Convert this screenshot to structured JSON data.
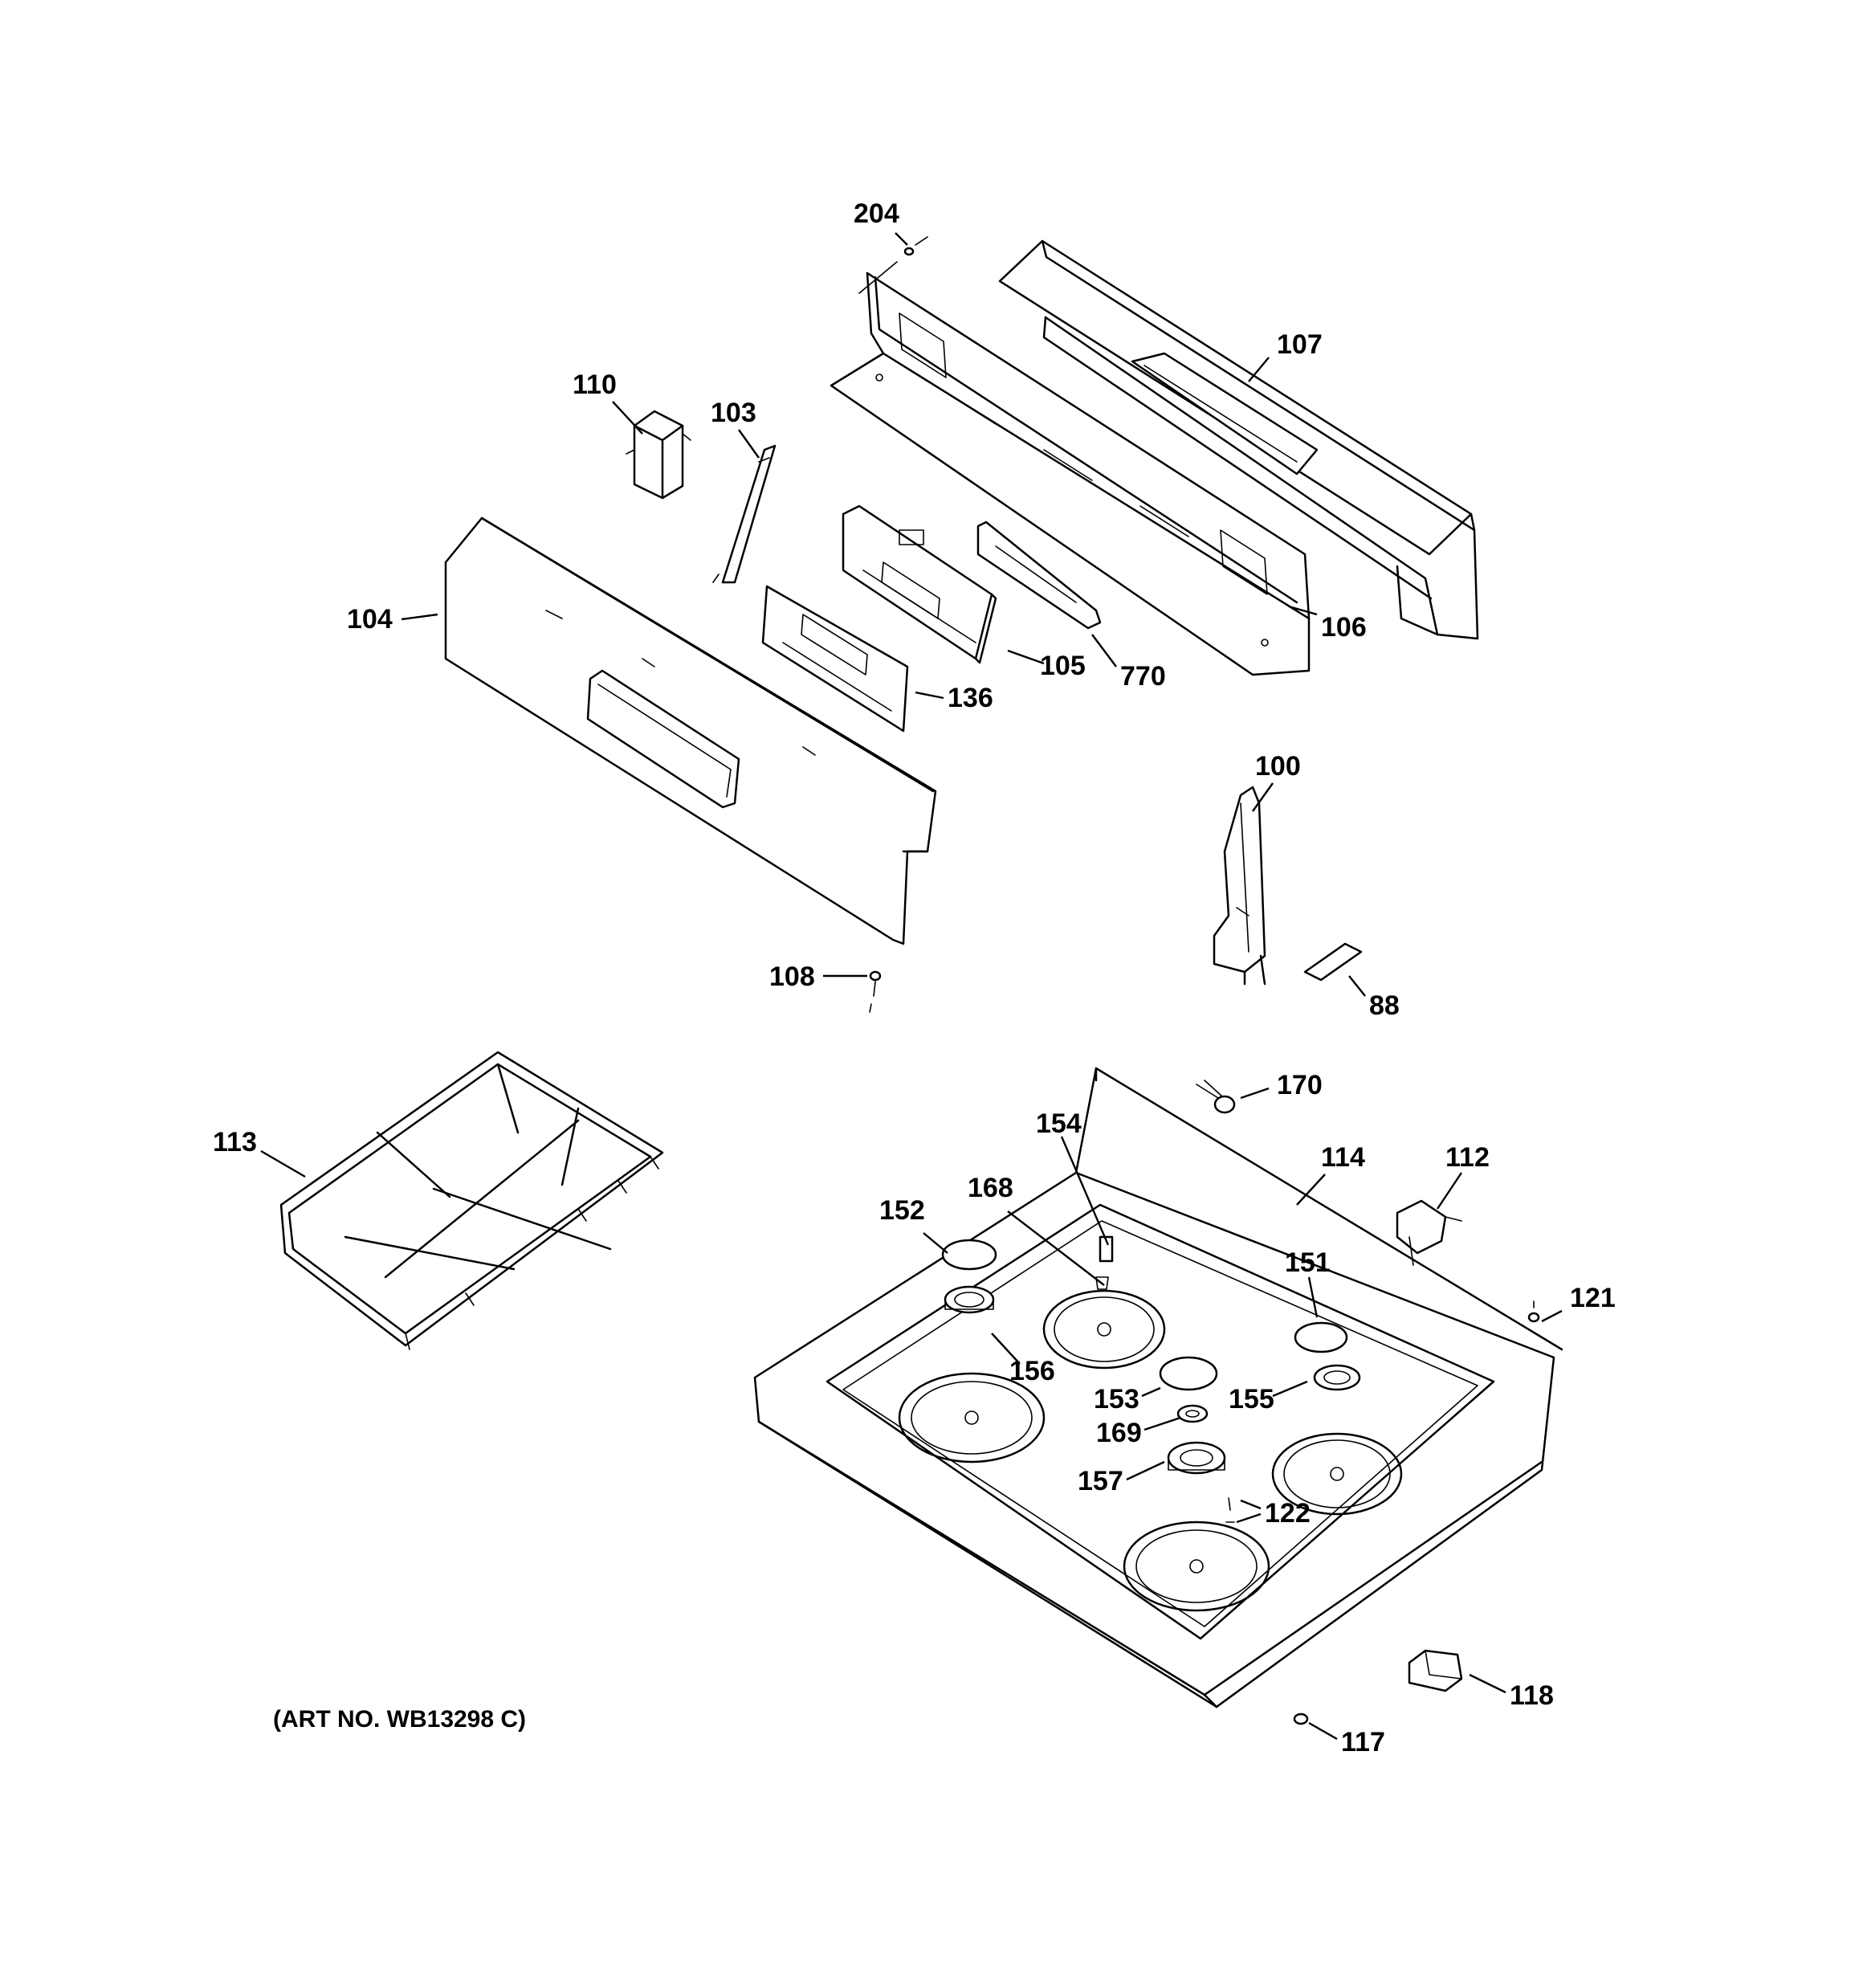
{
  "title": "",
  "callouts": {
    "c204": "204",
    "c107": "107",
    "c110": "110",
    "c103": "103",
    "c104": "104",
    "c106": "106",
    "c105": "105",
    "c770": "770",
    "c136": "136",
    "c100": "100",
    "c108": "108",
    "c88": "88",
    "c170": "170",
    "c113": "113",
    "c154": "154",
    "c114": "114",
    "c112": "112",
    "c168": "168",
    "c152": "152",
    "c151": "151",
    "c121": "121",
    "c156": "156",
    "c153": "153",
    "c155": "155",
    "c169": "169",
    "c157": "157",
    "c122": "122",
    "c118": "118",
    "c117": "117"
  },
  "art_number": "(ART NO. WB13298 C)"
}
